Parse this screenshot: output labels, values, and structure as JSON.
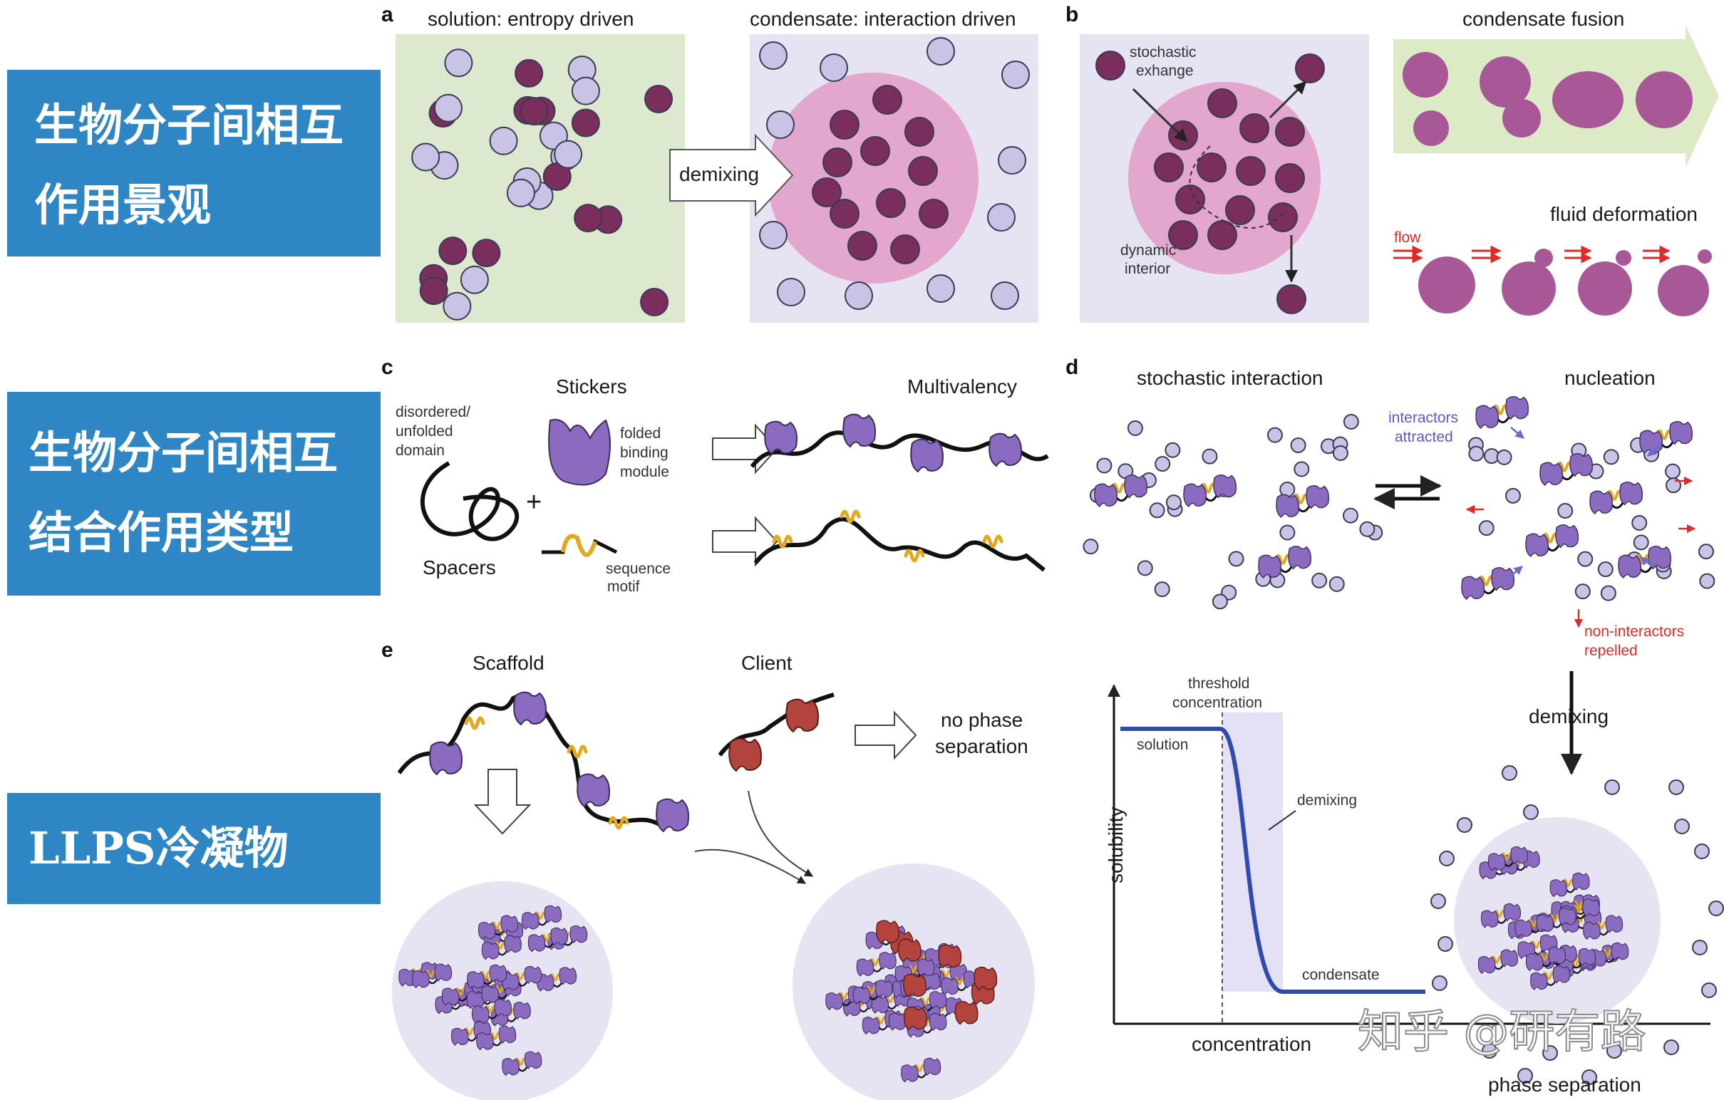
{
  "sidebar": {
    "box1": {
      "line1": "生物分子间相互",
      "line2": "作用景观"
    },
    "box2": {
      "line1": "生物分子间相互",
      "line2": "结合作用类型"
    },
    "box3": {
      "line1": "LLPS冷凝物"
    }
  },
  "panel_a": {
    "letter": "a",
    "left_title": "solution: entropy driven",
    "right_title": "condensate: interaction driven",
    "arrow_label": "demixing"
  },
  "panel_b": {
    "letter": "b",
    "stochastic_line1": "stochastic",
    "stochastic_line2": "exhange",
    "dynamic_line1": "dynamic",
    "dynamic_line2": "interior",
    "fusion_title": "condensate fusion",
    "deformation_title": "fluid deformation",
    "flow_label": "flow"
  },
  "panel_c": {
    "letter": "c",
    "stickers": "Stickers",
    "multivalency": "Multivalency",
    "disordered_line1": "disordered/",
    "disordered_line2": "unfolded",
    "disordered_line3": "domain",
    "folded_line1": "folded",
    "folded_line2": "binding",
    "folded_line3": "module",
    "spacers": "Spacers",
    "sequence_line1": "sequence",
    "sequence_line2": "motif",
    "plus": "+"
  },
  "panel_d": {
    "letter": "d",
    "stochastic_interaction": "stochastic interaction",
    "nucleation": "nucleation",
    "interactors_line1": "interactors",
    "interactors_line2": "attracted",
    "noninteractors_line1": "non-interactors",
    "noninteractors_line2": "repelled",
    "demixing": "demixing",
    "phase_separation": "phase separation",
    "chart": {
      "threshold_line1": "threshold",
      "threshold_line2": "concentration",
      "solution": "solution",
      "demixing": "demixing",
      "condensate": "condensate",
      "ylabel": "solubility",
      "xlabel": "concentration"
    }
  },
  "panel_e": {
    "letter": "e",
    "scaffold": "Scaffold",
    "client": "Client",
    "no_phase_line1": "no phase",
    "no_phase_line2": "separation"
  },
  "watermark": "知乎 @研有路",
  "colors": {
    "sidebar_blue": "#2f86c4",
    "dark_particle": "#7a2e5c",
    "light_particle": "#c9c3e6",
    "condensate_pink": "#e3a6cc",
    "solution_green": "#dde9cf",
    "lavender_bg": "#e6e3f3",
    "sticker_purple": "#8a6bbf",
    "motif_yellow": "#e0a91f",
    "client_red": "#b2443d",
    "fusion_pink": "#a85896",
    "curve_blue": "#2f4bb0"
  }
}
